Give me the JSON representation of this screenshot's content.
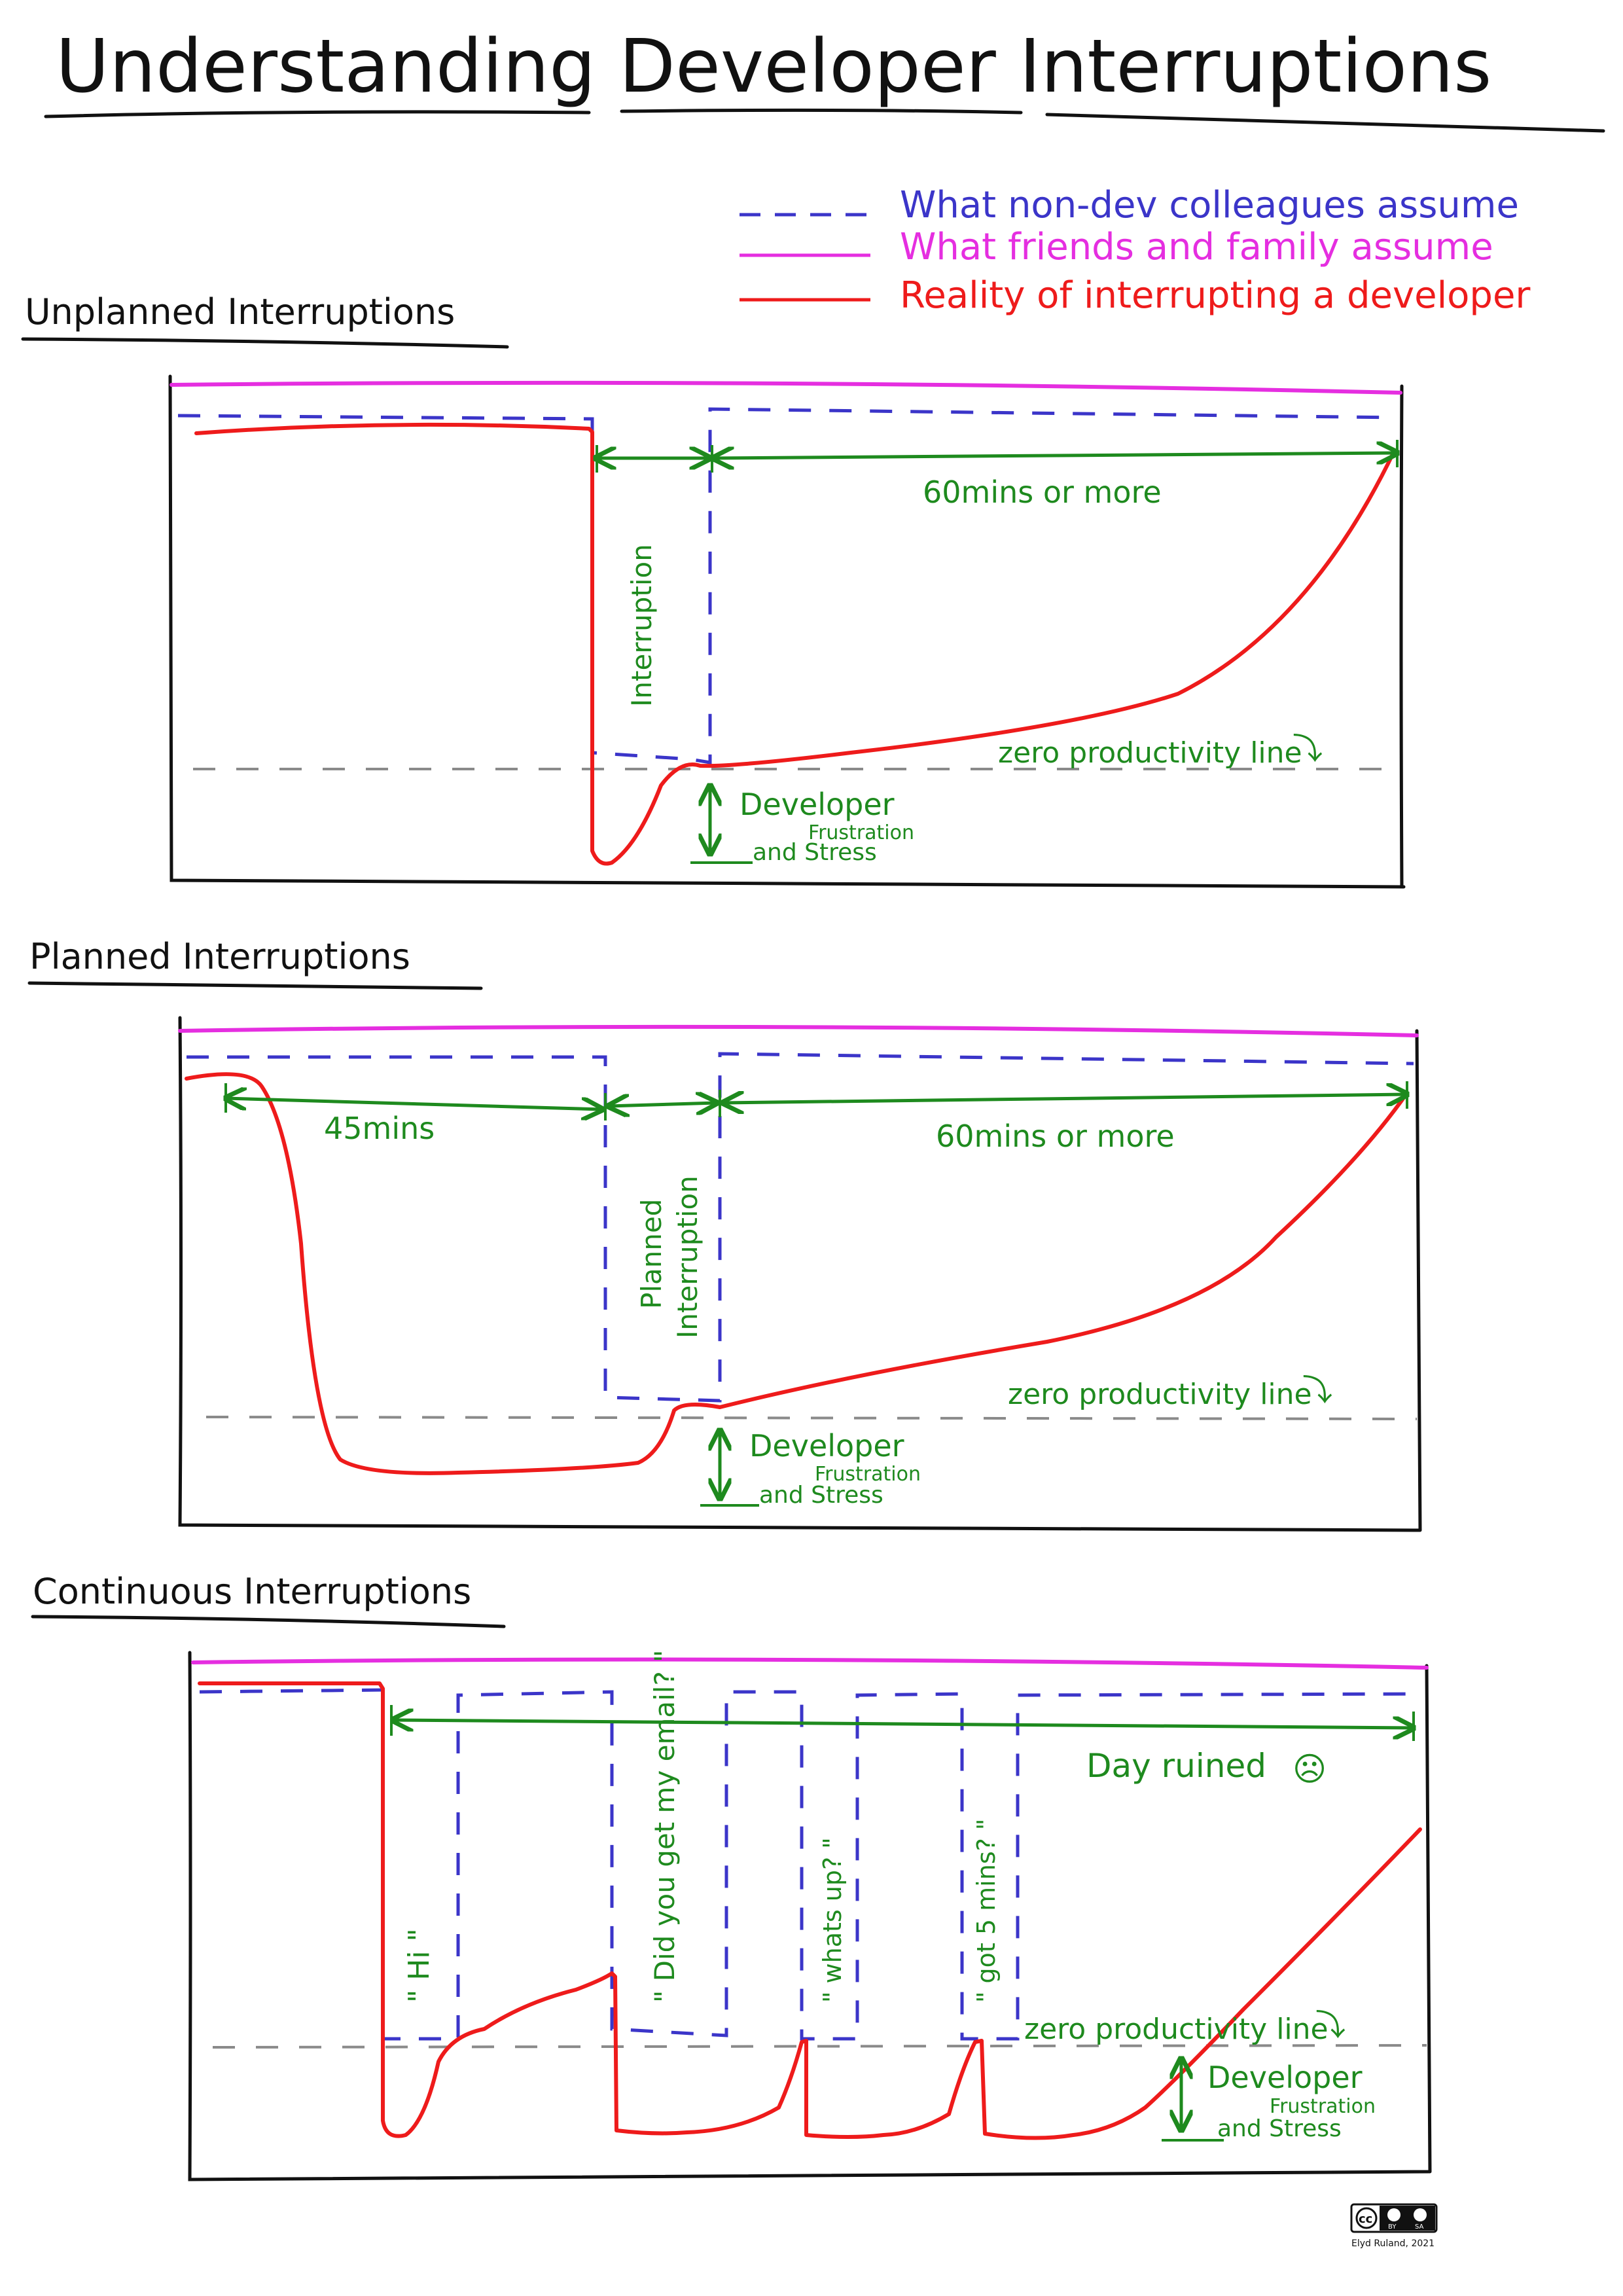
{
  "title": "Understanding Developer Interruptions",
  "legend": {
    "items": [
      {
        "label": "What non-dev colleagues assume",
        "color": "#3b35c9",
        "style": "dashed"
      },
      {
        "label": "What friends and family assume",
        "color": "#e52ee0",
        "style": "solid"
      },
      {
        "label": "Reality of interrupting a developer",
        "color": "#ee1b1b",
        "style": "solid"
      }
    ]
  },
  "colors": {
    "ink": "#111111",
    "annotation": "#1e8a1e",
    "zero_line": "#8a8a8a"
  },
  "panels": {
    "unplanned": {
      "heading": "Unplanned Interruptions",
      "interruption_label": "Interruption",
      "recovery_label": "60mins or more",
      "zero_label": "zero productivity line",
      "frustration_title": "Developer",
      "frustration_detail_1": "Frustration",
      "frustration_detail_2": "and Stress"
    },
    "planned": {
      "heading": "Planned Interruptions",
      "before_label": "45mins",
      "interruption_label_1": "Planned",
      "interruption_label_2": "Interruption",
      "recovery_label": "60mins or more",
      "zero_label": "zero productivity line",
      "frustration_title": "Developer",
      "frustration_detail_1": "Frustration",
      "frustration_detail_2": "and Stress"
    },
    "continuous": {
      "heading": "Continuous Interruptions",
      "day_label": "Day ruined",
      "quotes": [
        "\" Hi \"",
        "\" Did you get my email? \"",
        "\" whats up? \"",
        "\" got 5 mins? \""
      ],
      "zero_label": "zero productivity line",
      "frustration_title": "Developer",
      "frustration_detail_1": "Frustration",
      "frustration_detail_2": "and Stress"
    }
  },
  "license": {
    "badge": "cc",
    "by": "BY",
    "sa": "SA",
    "credit": "Elyd Ruland, 2021"
  }
}
